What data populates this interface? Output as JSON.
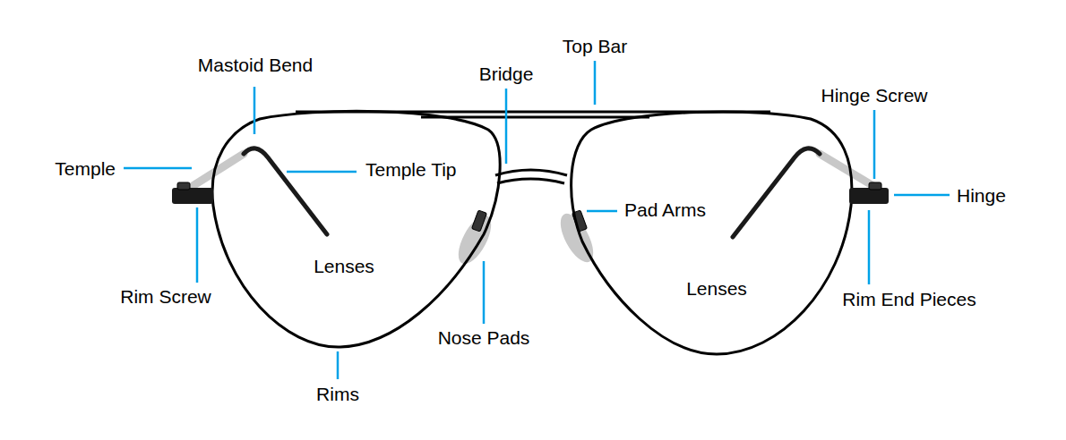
{
  "diagram": {
    "labels": [
      "Top Bar",
      "Mastoid Bend",
      "Bridge",
      "Hinge Screw",
      "Temple",
      "Temple Tip",
      "Hinge",
      "Pad Arms",
      "Lenses",
      "Rim Screw",
      "Lenses",
      "Rim End Pieces",
      "Nose Pads",
      "Rims"
    ]
  }
}
